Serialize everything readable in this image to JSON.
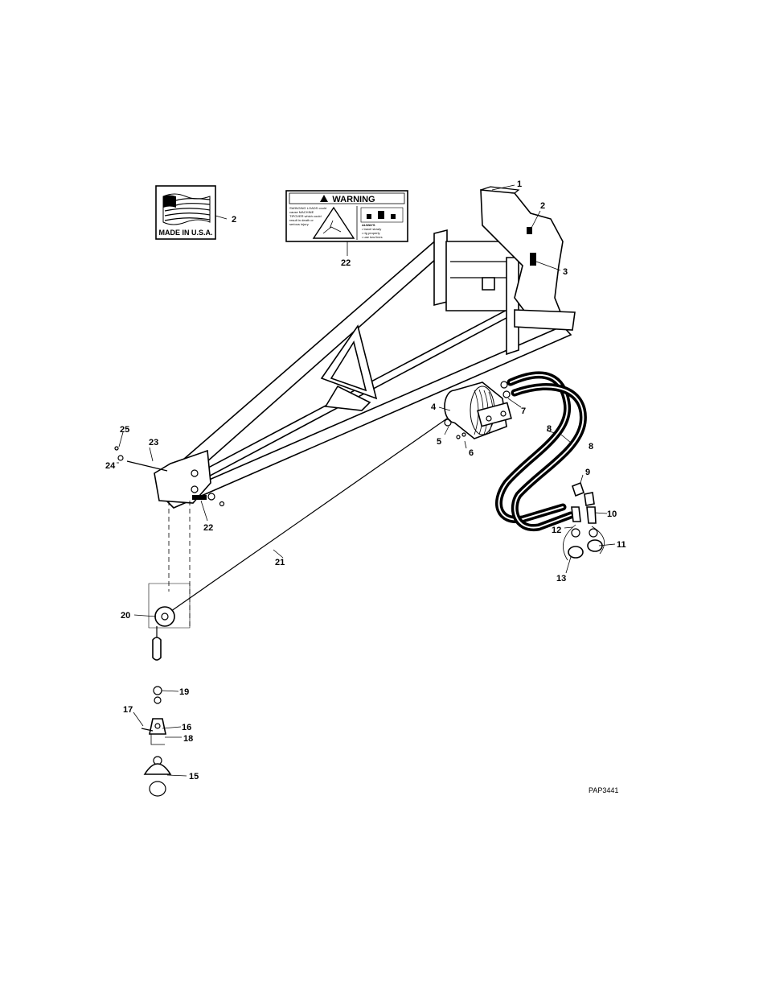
{
  "decals": {
    "flag": {
      "text": "MADE IN U.S.A.",
      "icon": "us-flag-icon"
    },
    "warning": {
      "heading": "WARNING",
      "left_lines": [
        "SWINGING LOADS could",
        "cause MACHINE",
        "TIPOVER which could",
        "result in death or",
        "serious injury."
      ],
      "right_title": "ALWAYS",
      "right_lines": [
        "• travel slowly",
        "• rig properly",
        "• use tow lines"
      ],
      "icon": "warning-triangle-icon"
    }
  },
  "callouts": [
    {
      "id": "c1",
      "label": "1"
    },
    {
      "id": "c2a",
      "label": "2"
    },
    {
      "id": "c2b",
      "label": "2"
    },
    {
      "id": "c3",
      "label": "3"
    },
    {
      "id": "c4",
      "label": "4"
    },
    {
      "id": "c5",
      "label": "5"
    },
    {
      "id": "c6",
      "label": "6"
    },
    {
      "id": "c7",
      "label": "7"
    },
    {
      "id": "c8a",
      "label": "8"
    },
    {
      "id": "c8b",
      "label": "8"
    },
    {
      "id": "c9",
      "label": "9"
    },
    {
      "id": "c10",
      "label": "10"
    },
    {
      "id": "c11",
      "label": "11"
    },
    {
      "id": "c12",
      "label": "12"
    },
    {
      "id": "c13",
      "label": "13"
    },
    {
      "id": "c15",
      "label": "15"
    },
    {
      "id": "c16",
      "label": "16"
    },
    {
      "id": "c17",
      "label": "17"
    },
    {
      "id": "c18",
      "label": "18"
    },
    {
      "id": "c19",
      "label": "19"
    },
    {
      "id": "c20",
      "label": "20"
    },
    {
      "id": "c21",
      "label": "21"
    },
    {
      "id": "c22a",
      "label": "22"
    },
    {
      "id": "c22b",
      "label": "22"
    },
    {
      "id": "c23",
      "label": "23"
    },
    {
      "id": "c24",
      "label": "24"
    },
    {
      "id": "c25",
      "label": "25"
    }
  ],
  "figure_id": "PAP3441"
}
